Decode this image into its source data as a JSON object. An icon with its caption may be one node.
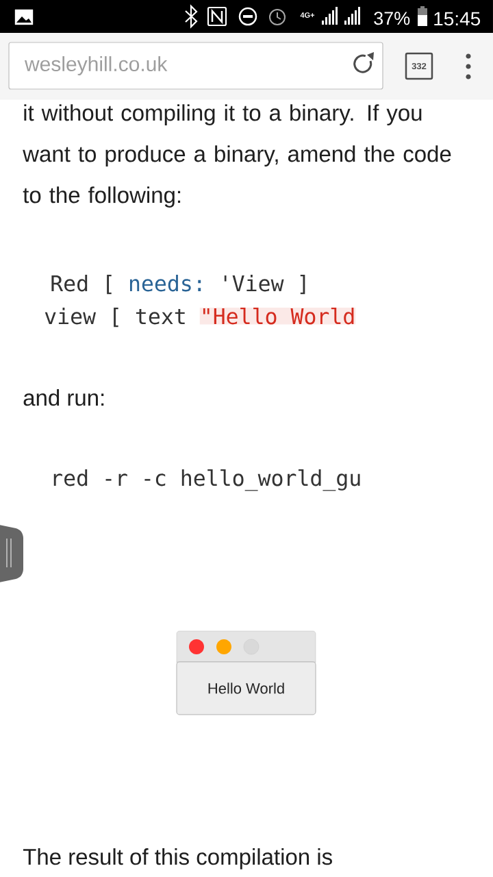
{
  "diagram": {
    "nodes": [
      {
        "text": [
          "wesleyhill.co.uk"
        ]
      },
      {
        "text": [
          "332"
        ]
      },
      {
        "text": [
          "Hello World"
        ]
      }
    ],
    "labels": [
      "4G+",
      "37%",
      "15:45",
      "it without compiling it to a binary. If you want to produce a binary, amend the code to the following:",
      "Red [",
      "needs:",
      "'View ]",
      "view [ text",
      "\"Hello World",
      "and run:",
      "red -r -c hello_world_gu",
      "The result of this compilation is"
    ]
  }
}
